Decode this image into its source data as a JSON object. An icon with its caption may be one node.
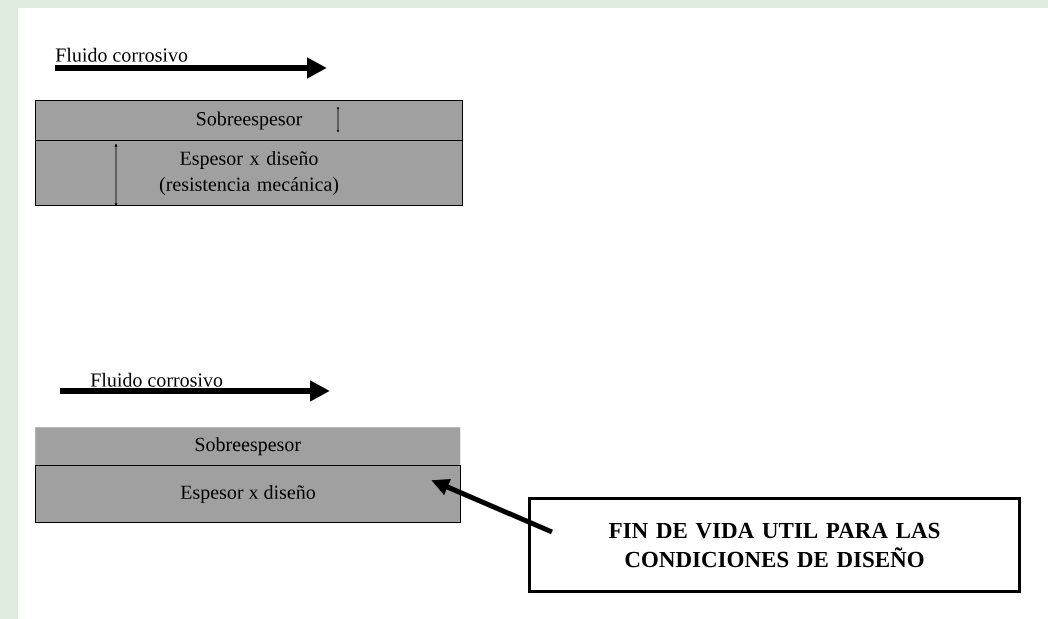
{
  "diagram": {
    "nodes": [
      {
        "text": [
          "Sobreespesor"
        ]
      },
      {
        "text": [
          "Espesor x diseño (resistencia mecánica)"
        ]
      },
      {
        "text": [
          "Sobreespesor"
        ]
      },
      {
        "text": [
          "Espesor x diseño"
        ]
      },
      {
        "text": [
          "FIN DE VIDA UTIL PARA LAS CONDICIONES DE DISEÑO"
        ]
      }
    ],
    "edges": [
      {
        "from": 4,
        "to": 3,
        "arrow": "to"
      }
    ],
    "labels": [
      "Fluido corrosivo",
      "Fluido corrosivo"
    ]
  }
}
